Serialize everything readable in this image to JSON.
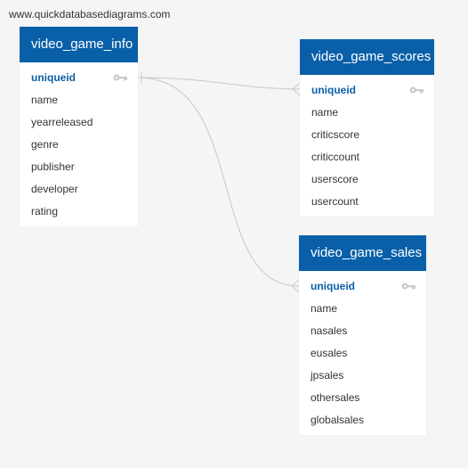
{
  "watermark": "www.quickdatabasediagrams.com",
  "colors": {
    "header": "#0a60a8",
    "line": "#c8c8c8",
    "key": "#c9c9c9"
  },
  "tables": [
    {
      "name": "video_game_info",
      "columns": [
        "uniqueid",
        "name",
        "yearreleased",
        "genre",
        "publisher",
        "developer",
        "rating"
      ]
    },
    {
      "name": "video_game_scores",
      "columns": [
        "uniqueid",
        "name",
        "criticscore",
        "criticcount",
        "userscore",
        "usercount"
      ]
    },
    {
      "name": "video_game_sales",
      "columns": [
        "uniqueid",
        "name",
        "nasales",
        "eusales",
        "jpsales",
        "othersales",
        "globalsales"
      ]
    }
  ],
  "relationships": [
    {
      "from": "video_game_info.uniqueid",
      "to": "video_game_scores.uniqueid",
      "from_card": "one",
      "to_card": "many"
    },
    {
      "from": "video_game_info.uniqueid",
      "to": "video_game_sales.uniqueid",
      "from_card": "one",
      "to_card": "many"
    }
  ]
}
